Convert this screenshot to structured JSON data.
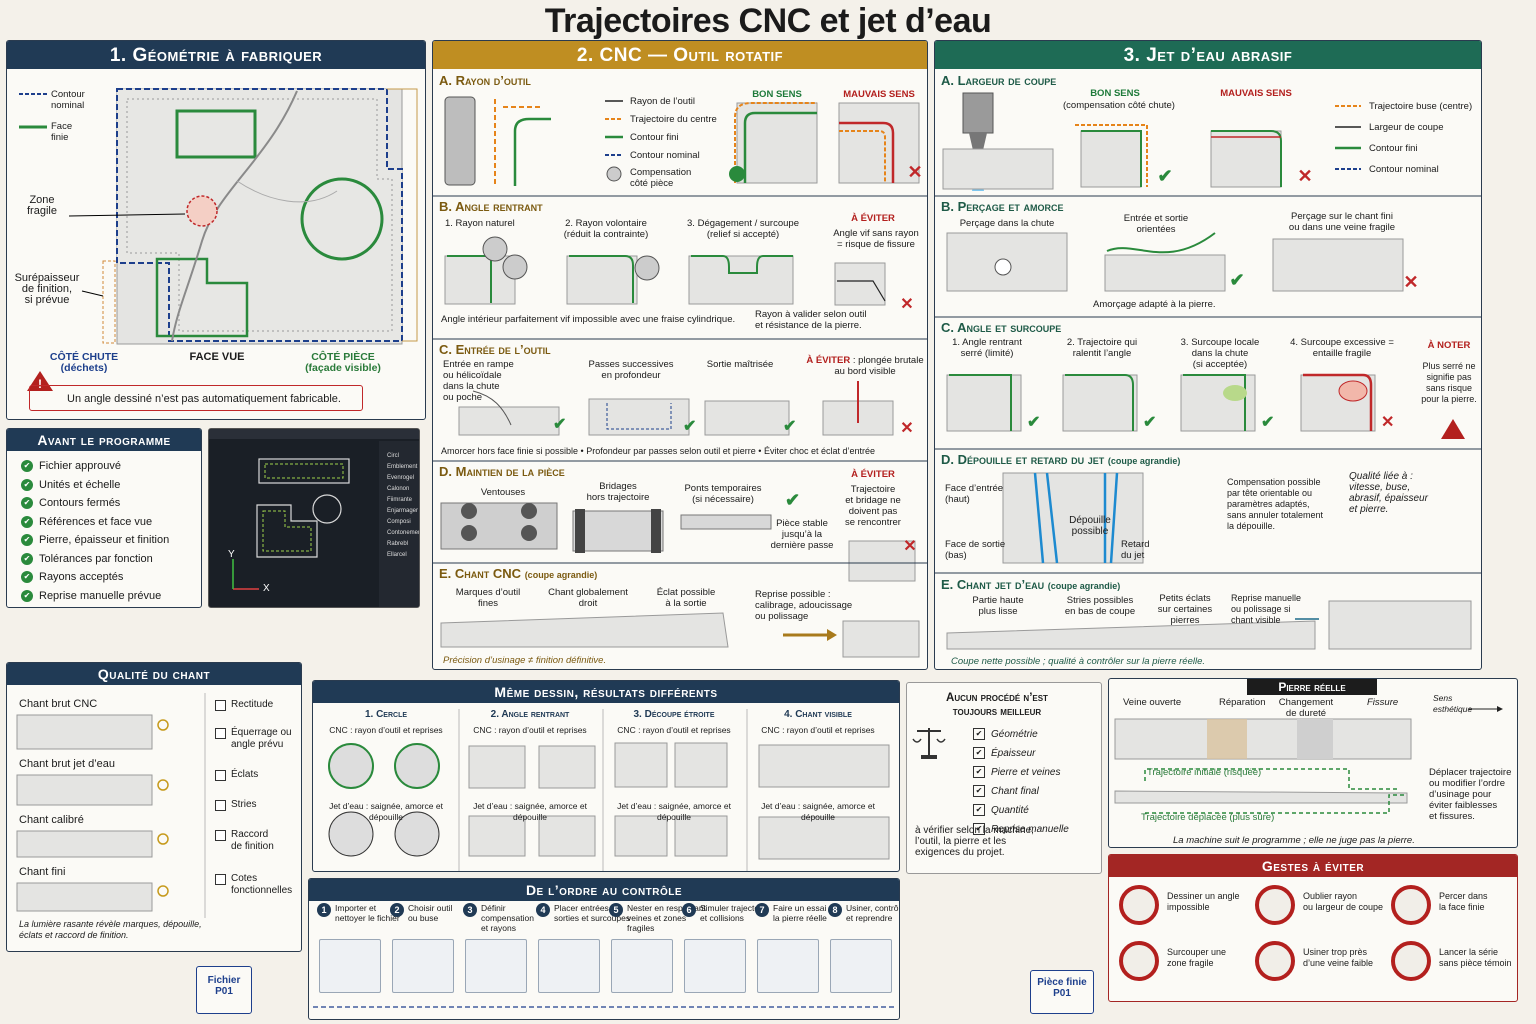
{
  "title": "Trajectoires CNC et jet d’eau",
  "p1": {
    "title": "1. Géométrie à fabriquer",
    "legend_nominal": "Contour\nnominal",
    "legend_face": "Face\nfinie",
    "zone": "Zone\nfragile",
    "surep": "Surépaisseur\nde finition,\nsi prévue",
    "chute": "CÔTÉ CHUTE\n(déchets)",
    "face_vue": "FACE VUE",
    "piece": "CÔTÉ PIÈCE\n(façade visible)",
    "warning": "Un angle dessiné n’est pas automatiquement fabricable."
  },
  "avant": {
    "title": "Avant le programme",
    "items": [
      "Fichier approuvé",
      "Unités et échelle",
      "Contours fermés",
      "Références et face vue",
      "Pierre, épaisseur et finition",
      "Tolérances par fonction",
      "Rayons acceptés",
      "Reprise manuelle prévue"
    ]
  },
  "screen": {
    "menu": [
      "Circl",
      "Emblement",
      "Evenrogel",
      "Calonon",
      "Fiimrante",
      "Enjarmager",
      "Composi",
      "Contonement",
      "Rabrebl",
      "Ellarcel"
    ],
    "x": "X",
    "y": "Y"
  },
  "p2": {
    "title": "2. CNC — Outil rotatif",
    "a": {
      "h": "A. Rayon d’outil",
      "leg": [
        "Rayon de l’outil",
        "Trajectoire du centre",
        "Contour fini",
        "Contour nominal",
        "Compensation\ncôté pièce"
      ],
      "bon": "BON SENS",
      "mauvais": "MAUVAIS SENS"
    },
    "b": {
      "h": "B. Angle rentrant",
      "c1": "1. Rayon naturel",
      "c2": "2. Rayon volontaire\n(réduit la contrainte)",
      "c3": "3. Dégagement / surcoupe\n(relief si accepté)",
      "eviter": "À ÉVITER",
      "eviter_t": "Angle vif sans rayon\n= risque de fissure",
      "note1": "Angle intérieur parfaitement vif impossible avec une fraise cylindrique.",
      "note2": "Rayon à valider selon outil\net résistance de la pierre."
    },
    "c": {
      "h": "C. Entrée de l’outil",
      "c1": "Entrée en rampe\nou hélicoïdale\ndans la chute\nou poche",
      "c2": "Passes successives\nen profondeur",
      "c3": "Sortie maîtrisée",
      "eviter": "À ÉVITER",
      "eviter_t": " : plongée brutale\nau bord visible",
      "foot": "Amorcer hors face finie si possible   •   Profondeur par passes selon outil et pierre   •   Éviter choc et éclat d’entrée"
    },
    "d": {
      "h": "D. Maintien de la pièce",
      "c1": "Ventouses",
      "c2": "Bridages\nhors trajectoire",
      "c3": "Ponts temporaires\n(si nécessaire)",
      "c4": "Pièce stable\njusqu’à la\ndernière passe",
      "eviter": "À ÉVITER",
      "eviter_t": "Trajectoire\net bridage ne\ndoivent pas\nse rencontrer"
    },
    "e": {
      "h": "E. Chant CNC",
      "hs": "(coupe agrandie)",
      "c1": "Marques d’outil\nfines",
      "c2": "Chant globalement\ndroit",
      "c3": "Éclat possible\nà la sortie",
      "c4": "Reprise possible :\ncalibrage, adoucissage\nou polissage",
      "foot": "Précision d’usinage ≠ finition définitive."
    }
  },
  "p3": {
    "title": "3. Jet d’eau abrasif",
    "a": {
      "h": "A. Largeur de coupe",
      "bon": "BON SENS",
      "bon_s": "(compensation côté chute)",
      "mauvais": "MAUVAIS SENS",
      "leg": [
        "Trajectoire buse (centre)",
        "Largeur de coupe",
        "Contour fini",
        "Contour nominal"
      ]
    },
    "b": {
      "h": "B. Perçage et amorce",
      "c1": "Perçage dans la chute",
      "c2": "Entrée et sortie\norientées",
      "c3": "Perçage sur le chant fini\nou dans une veine fragile",
      "foot": "Amorçage adapté à la pierre."
    },
    "c": {
      "h": "C. Angle et surcoupe",
      "c1": "1. Angle rentrant\nserré (limité)",
      "c2": "2. Trajectoire qui\nralentit l’angle",
      "c3": "3. Surcoupe locale\ndans la chute\n(si acceptée)",
      "c4": "4. Surcoupe excessive =\nentaille fragile",
      "noter": "À NOTER",
      "noter_t": "Plus serré ne\nsignifie pas\nsans risque\npour la pierre."
    },
    "d": {
      "h": "D. Dépouille et retard du jet",
      "hs": "(coupe agrandie)",
      "entree": "Face d’entrée\n(haut)",
      "sortie": "Face de sortie\n(bas)",
      "depouille": "Dépouille\npossible",
      "retard": "Retard\ndu jet",
      "comp": "Compensation possible\npar tête orientable ou\nparamètres adaptés,\nsans annuler totalement\nla dépouille.",
      "qual": "Qualité liée à :\nvitesse, buse,\nabrasif, épaisseur\net pierre."
    },
    "e": {
      "h": "E. Chant jet d’eau",
      "hs": "(coupe agrandie)",
      "c1": "Partie haute\nplus lisse",
      "c2": "Stries possibles\nen bas de coupe",
      "c3": "Petits éclats\nsur certaines\npierres",
      "c4": "Reprise manuelle\nou polissage si\nchant visible",
      "foot": "Coupe nette possible ; qualité à contrôler sur la pierre réelle."
    }
  },
  "qual": {
    "title": "Qualité du chant",
    "rows": [
      "Chant brut CNC",
      "Chant brut jet d’eau",
      "Chant calibré",
      "Chant fini"
    ],
    "checks": [
      "Rectitude",
      "Équerrage ou\nangle prévu",
      "Éclats",
      "Stries",
      "Raccord\nde finition",
      "Cotes\nfonctionnelles"
    ],
    "foot": "La lumière rasante révèle marques, dépouille,\néclats et raccord de finition."
  },
  "meme": {
    "title": "Même dessin, résultats différents",
    "cols": [
      {
        "h": "1. Cercle",
        "cnc": "CNC : rayon d’outil et reprises",
        "jet": "Jet d’eau : saignée, amorce et dépouille"
      },
      {
        "h": "2. Angle rentrant",
        "cnc": "CNC : rayon d’outil et reprises",
        "jet": "Jet d’eau : saignée, amorce et dépouille"
      },
      {
        "h": "3. Découpe étroite",
        "cnc": "CNC : rayon d’outil et reprises",
        "jet": "Jet d’eau : saignée, amorce et dépouille"
      },
      {
        "h": "4. Chant visible",
        "cnc": "CNC : rayon d’outil et reprises",
        "jet": "Jet d’eau : saignée, amorce et dépouille"
      }
    ]
  },
  "aucun": {
    "title": "Aucun procédé n’est\ntoujours meilleur",
    "items": [
      "Géométrie",
      "Épaisseur",
      "Pierre et veines",
      "Chant final",
      "Quantité",
      "Reprise manuelle"
    ],
    "foot": "à vérifier selon la machine,\nl’outil, la pierre et les\nexigences du projet."
  },
  "reelle": {
    "title": "Pierre réelle",
    "l1": "Veine ouverte",
    "l2": "Réparation",
    "l3": "Changement\nde dureté",
    "l4": "Fissure",
    "sens": "Sens\nesthétique",
    "t1": "Trajectoire initiale (risquée)",
    "t2": "Trajectoire déplacée (plus sûre)",
    "side": "Déplacer trajectoire\nou modifier l’ordre\nd’usinage pour\néviter faiblesses\net fissures.",
    "foot": "La machine suit le programme ; elle ne juge pas la pierre."
  },
  "ordre": {
    "title": "De l’ordre au contrôle",
    "steps": [
      "Importer et\nnettoyer le fichier",
      "Choisir outil\nou buse",
      "Définir\ncompensation\net rayons",
      "Placer entrées,\nsorties et surcoupes",
      "Nester en respectant\nveines et zones\nfragiles",
      "Simuler trajectoire\net collisions",
      "Faire un essai sur\nla pierre réelle",
      "Usiner, contrôler\net reprendre"
    ],
    "fichier": "Fichier\nP01",
    "finie": "Pièce finie\nP01"
  },
  "gestes": {
    "title": "Gestes à éviter",
    "items": [
      "Dessiner un angle\nimpossible",
      "Oublier rayon\nou largeur de coupe",
      "Percer dans\nla face finie",
      "Surcouper une\nzone fragile",
      "Usiner trop près\nd’une veine faible",
      "Lancer la série\nsans pièce témoin"
    ]
  },
  "colors": {
    "navy": "#203a55",
    "gold": "#bf8e22",
    "green": "#1e6b55",
    "red": "#a32624"
  }
}
